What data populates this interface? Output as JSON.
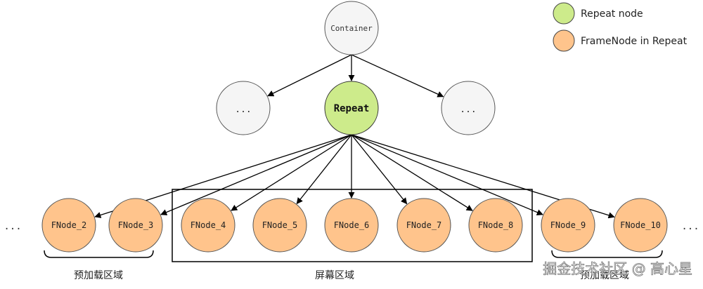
{
  "legend": {
    "items": [
      {
        "label": "Repeat node",
        "color": "#cdeb8b"
      },
      {
        "label": "FrameNode in Repeat",
        "color": "#ffc48c"
      }
    ]
  },
  "nodes": {
    "container": "Container",
    "repeat": "Repeat",
    "left_sibling": "...",
    "right_sibling": "...",
    "framenodes": [
      "FNode_2",
      "FNode_3",
      "FNode_4",
      "FNode_5",
      "FNode_6",
      "FNode_7",
      "FNode_8",
      "FNode_9",
      "FNode_10"
    ]
  },
  "ellipsis": {
    "left": "...",
    "right": "..."
  },
  "regions": {
    "preload_left": "预加载区域",
    "screen": "屏幕区域",
    "preload_right": "预加载区域"
  },
  "watermark": "掘金技术社区 @ 高心星",
  "colors": {
    "container_fill": "#f5f5f5",
    "sibling_fill": "#f5f5f5",
    "repeat_fill": "#cdeb8b",
    "framenode_fill": "#ffc48c",
    "stroke": "#333333"
  }
}
